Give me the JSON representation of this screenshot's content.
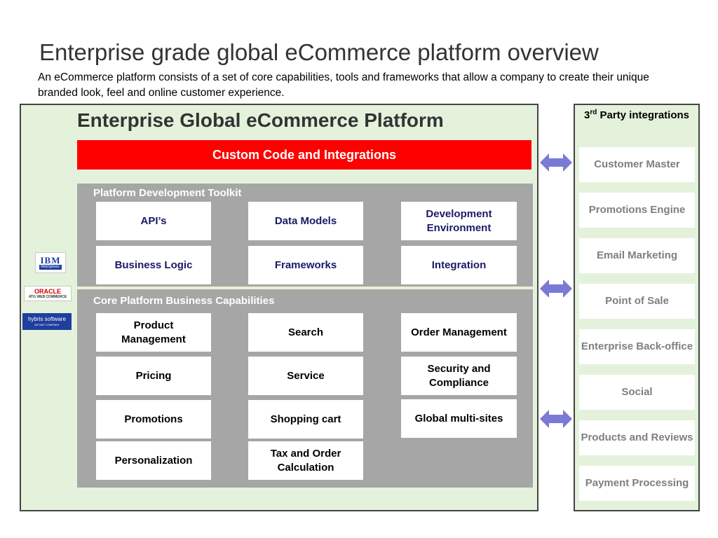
{
  "title": "Enterprise grade global eCommerce platform overview",
  "subtitle": "An eCommerce platform consists of a set of core capabilities, tools and frameworks that allow a company to create their unique branded look, feel and online customer experience.",
  "platform": {
    "heading": "Enterprise Global eCommerce Platform",
    "custom_bar": "Custom Code and Integrations",
    "toolkit": {
      "label": "Platform Development Toolkit",
      "items": [
        "API’s",
        "Data Models",
        "Development Environment",
        "Business Logic",
        "Frameworks",
        "Integration"
      ]
    },
    "core": {
      "label": "Core Platform Business Capabilities",
      "items": [
        "Product Management",
        "Search",
        "Order Management",
        "Pricing",
        "Service",
        "Security and Compliance",
        "Promotions",
        "Shopping cart",
        "Global multi-sites",
        "Personalization",
        "Tax and Order Calculation"
      ]
    }
  },
  "logos": {
    "ibm": {
      "name": "IBM",
      "sub": "WebSphere."
    },
    "oracle": {
      "name": "ORACLE",
      "sub": "ATG WEB COMMERCE"
    },
    "hybris": {
      "name": "hybris software",
      "sub": "AN SAP COMPANY"
    }
  },
  "third_party": {
    "heading_prefix": "3",
    "heading_sup": "rd",
    "heading_rest": " Party integrations",
    "items": [
      "Customer Master",
      "Promotions Engine",
      "Email Marketing",
      "Point of Sale",
      "Enterprise Back-office",
      "Social",
      "Products and Reviews",
      "Payment Processing"
    ]
  },
  "colors": {
    "panel_bg": "#e4f2dc",
    "custom_bar": "#ff0000",
    "section_gray": "#a6a6a6",
    "arrow": "#7b79d6",
    "integration_text": "#7f7f7f"
  },
  "arrow_icon": "double-headed-arrow-icon"
}
